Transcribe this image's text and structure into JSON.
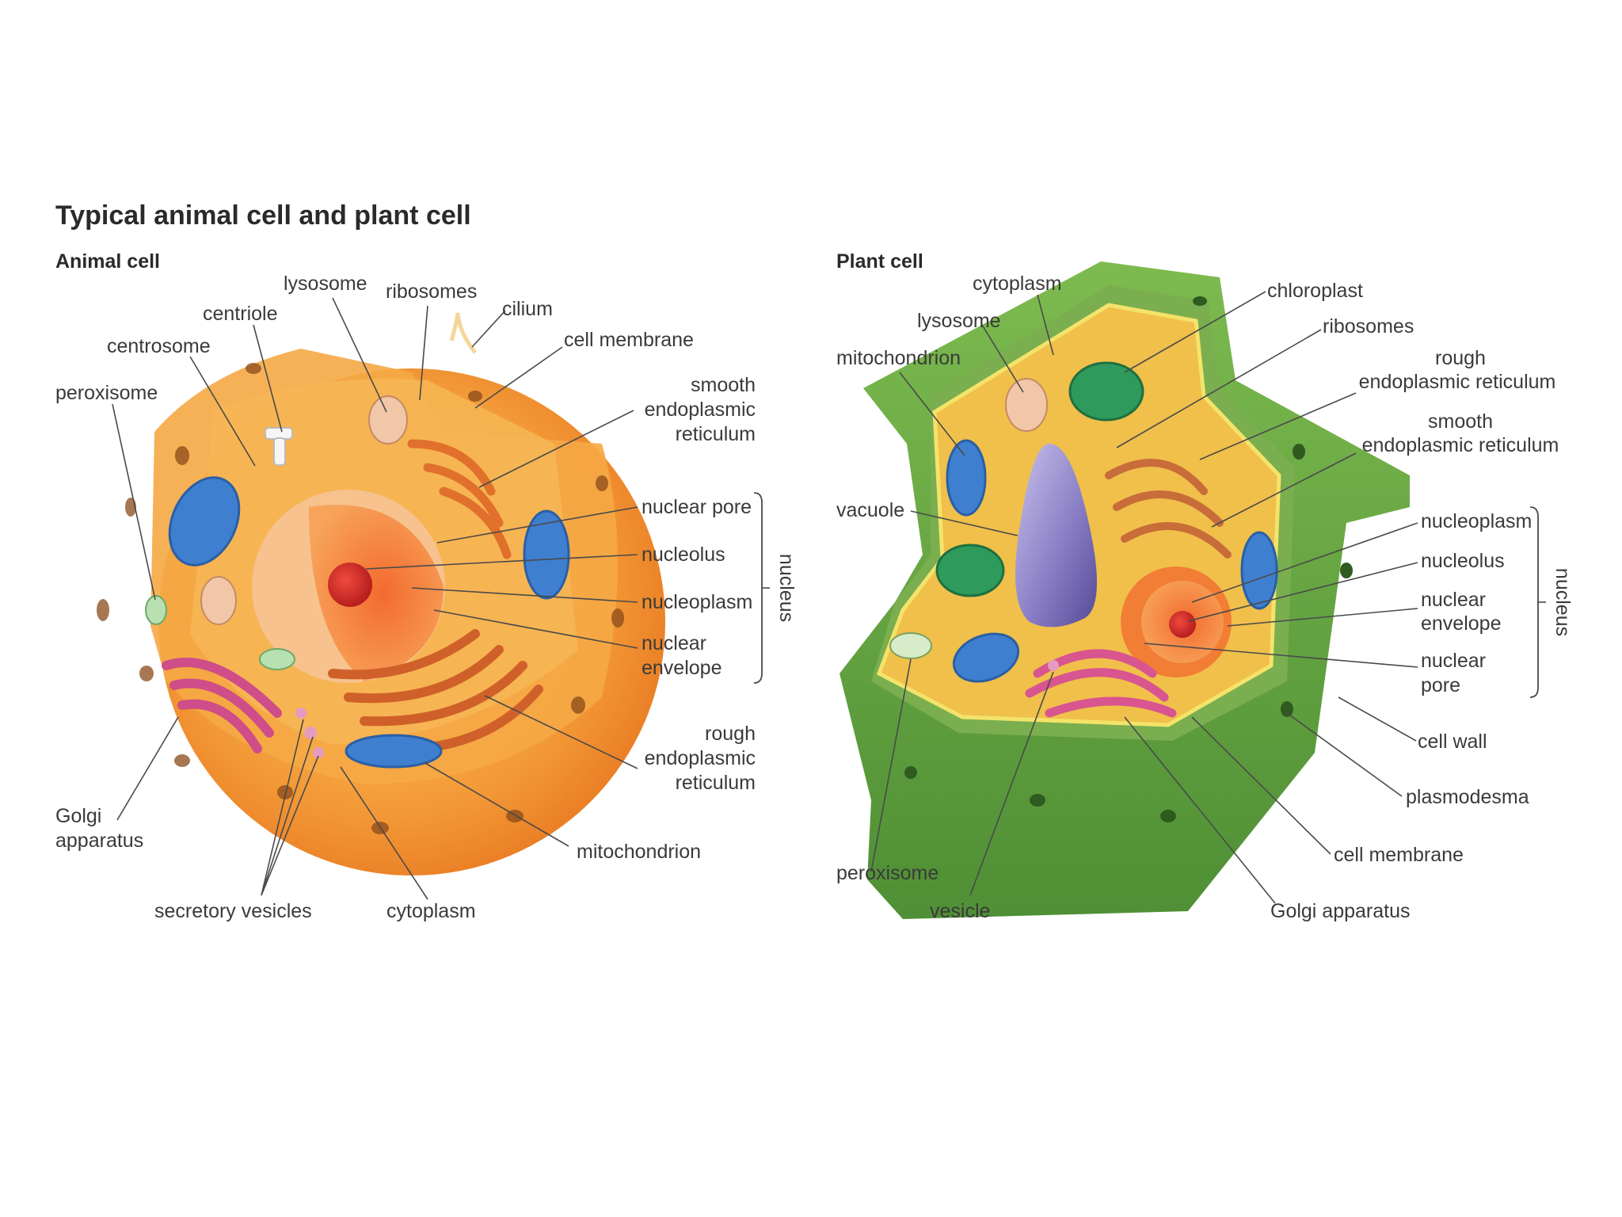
{
  "title": "Typical animal cell and plant cell",
  "animal": {
    "heading": "Animal cell",
    "labels": {
      "lysosome": "lysosome",
      "ribosomes": "ribosomes",
      "centriole": "centriole",
      "cilium": "cilium",
      "centrosome": "centrosome",
      "cell_membrane": "cell membrane",
      "peroxisome": "peroxisome",
      "ser_1": "smooth",
      "ser_2": "endoplasmic",
      "ser_3": "reticulum",
      "nuclear_pore": "nuclear pore",
      "nucleolus": "nucleolus",
      "nucleoplasm": "nucleoplasm",
      "nuclear_envelope_1": "nuclear",
      "nuclear_envelope_2": "envelope",
      "nucleus": "nucleus",
      "rer_1": "rough",
      "rer_2": "endoplasmic",
      "rer_3": "reticulum",
      "golgi_1": "Golgi",
      "golgi_2": "apparatus",
      "mitochondrion": "mitochondrion",
      "secretory_vesicles": "secretory vesicles",
      "cytoplasm": "cytoplasm"
    }
  },
  "plant": {
    "heading": "Plant cell",
    "labels": {
      "cytoplasm": "cytoplasm",
      "chloroplast": "chloroplast",
      "lysosome": "lysosome",
      "ribosomes": "ribosomes",
      "mitochondrion": "mitochondrion",
      "rer_1": "rough",
      "rer_2": "endoplasmic reticulum",
      "ser_1": "smooth",
      "ser_2": "endoplasmic reticulum",
      "vacuole": "vacuole",
      "nucleoplasm": "nucleoplasm",
      "nucleolus": "nucleolus",
      "nuclear_envelope_1": "nuclear",
      "nuclear_envelope_2": "envelope",
      "nuclear_pore_1": "nuclear",
      "nuclear_pore_2": "pore",
      "nucleus": "nucleus",
      "cell_wall": "cell wall",
      "plasmodesma": "plasmodesma",
      "cell_membrane": "cell membrane",
      "peroxisome": "peroxisome",
      "vesicle": "vesicle",
      "golgi": "Golgi apparatus"
    }
  },
  "colors": {
    "animal_outer": "#f28a2e",
    "animal_inner": "#f6a945",
    "nucleus": "#f07b3a",
    "nucleolus": "#d8322a",
    "mitochondria": "#3f7fd0",
    "golgi": "#d9558f",
    "plant_wall": "#6fa844",
    "plant_cytoplasm": "#f2c14e",
    "vacuole": "#8b7fc4",
    "chloroplast": "#2e9a5c"
  }
}
